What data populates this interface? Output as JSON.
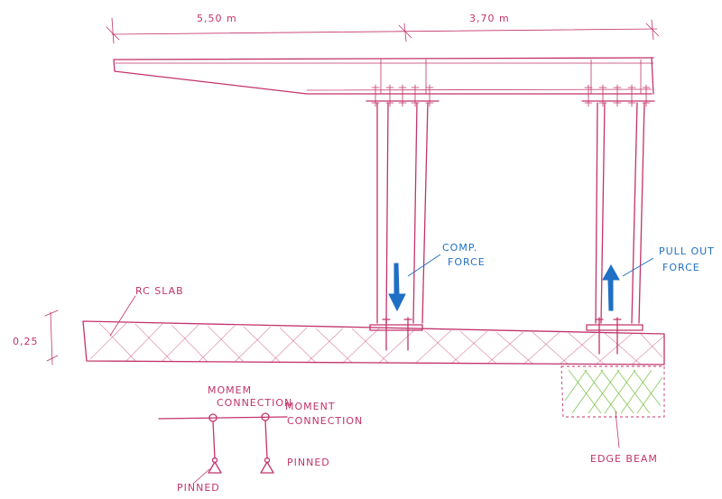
{
  "dimensions": {
    "left_span": "5,50 m",
    "right_span": "3,70 m",
    "slab_thickness": "0,25"
  },
  "labels": {
    "rc_slab": "RC SLAB",
    "comp_force_line1": "COMP.",
    "comp_force_line2": "FORCE",
    "pull_out_line1": "PULL OUT",
    "pull_out_line2": "FORCE",
    "edge_beam": "EDGE BEAM",
    "moment_connection_1_line1": "MOMEM",
    "moment_connection_1_line2": "CONNECTION",
    "moment_connection_2_line1": "MOMENT",
    "moment_connection_2_line2": "CONNECTION",
    "pinned_1": "PINNED",
    "pinned_2": "PINNED"
  },
  "colors": {
    "ink": "#c2336b",
    "force_arrow": "#1f6fc4",
    "edge_beam_fill": "#7cc24a"
  },
  "icons": {
    "comp_force_arrow": "arrow-down-icon",
    "pull_out_arrow": "arrow-up-icon",
    "pinned_support": "triangle-support-icon"
  }
}
